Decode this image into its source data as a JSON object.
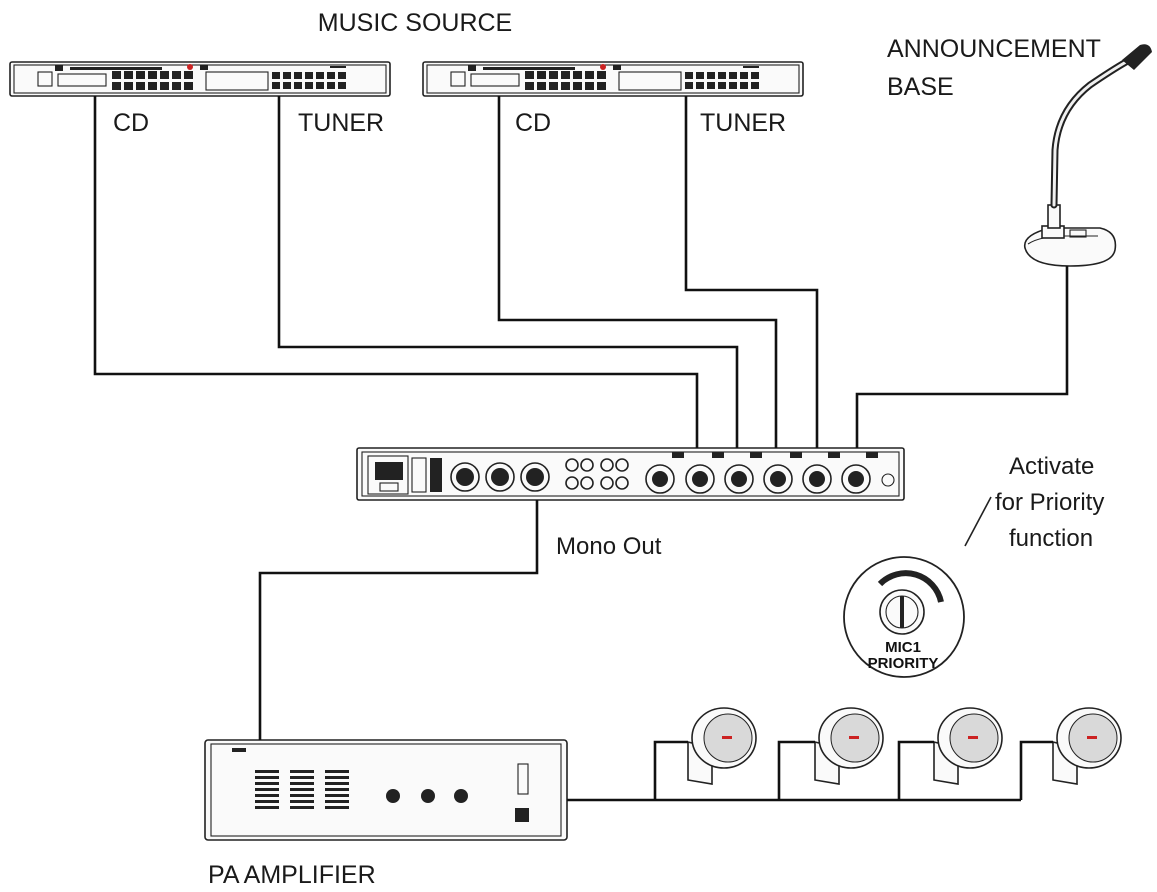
{
  "labels": {
    "music_source": "MUSIC SOURCE",
    "announcement_line1": "ANNOUNCEMENT",
    "announcement_line2": "BASE",
    "cd_1": "CD",
    "tuner_1": "TUNER",
    "cd_2": "CD",
    "tuner_2": "TUNER",
    "mono_out": "Mono Out",
    "activate_line1": "Activate",
    "activate_line2": "for Priority",
    "activate_line3": "function",
    "knob_line1": "MIC1",
    "knob_line2": "PRIORITY",
    "pa_amplifier": "PA AMPLIFIER"
  },
  "colors": {
    "wire": "#111111",
    "speaker_grille": "#d9d9d9",
    "speaker_accent": "#cc2222"
  },
  "icons": [
    "rack-unit-icon",
    "microphone-icon",
    "mixer-rear-panel-icon",
    "priority-knob-icon",
    "amplifier-icon",
    "speaker-icon"
  ]
}
